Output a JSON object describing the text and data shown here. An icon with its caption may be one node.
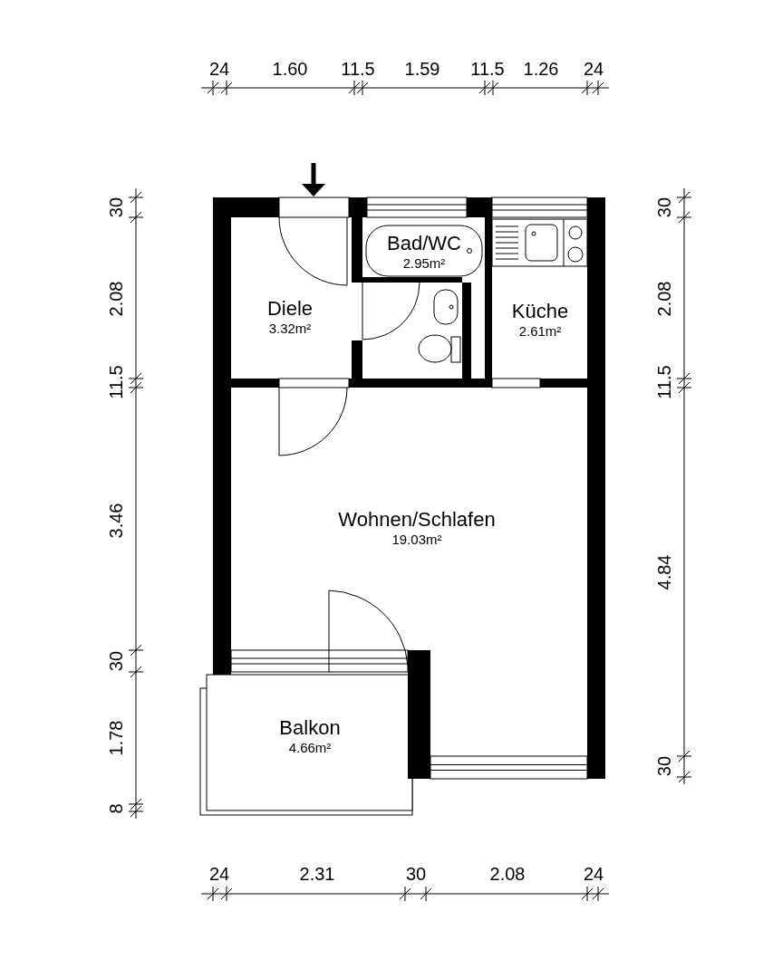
{
  "diagram": {
    "nodes": [
      {
        "text": [
          "Diele",
          "3.32m²"
        ]
      },
      {
        "text": [
          "Bad/WC",
          "2.95m²"
        ]
      },
      {
        "text": [
          "Küche",
          "2.61m²"
        ]
      },
      {
        "text": [
          "Wohnen/Schlafen",
          "19.03m²"
        ]
      },
      {
        "text": [
          "Balkon",
          "4.66m²"
        ]
      }
    ],
    "labels": [
      "24",
      "1.60",
      "11.5",
      "1.59",
      "11.5",
      "1.26",
      "24",
      "30",
      "2.08",
      "11.5",
      "3.46",
      "30",
      "1.78",
      "8",
      "30",
      "2.08",
      "11.5",
      "4.84",
      "30",
      "24",
      "2.31",
      "30",
      "2.08",
      "24"
    ]
  }
}
